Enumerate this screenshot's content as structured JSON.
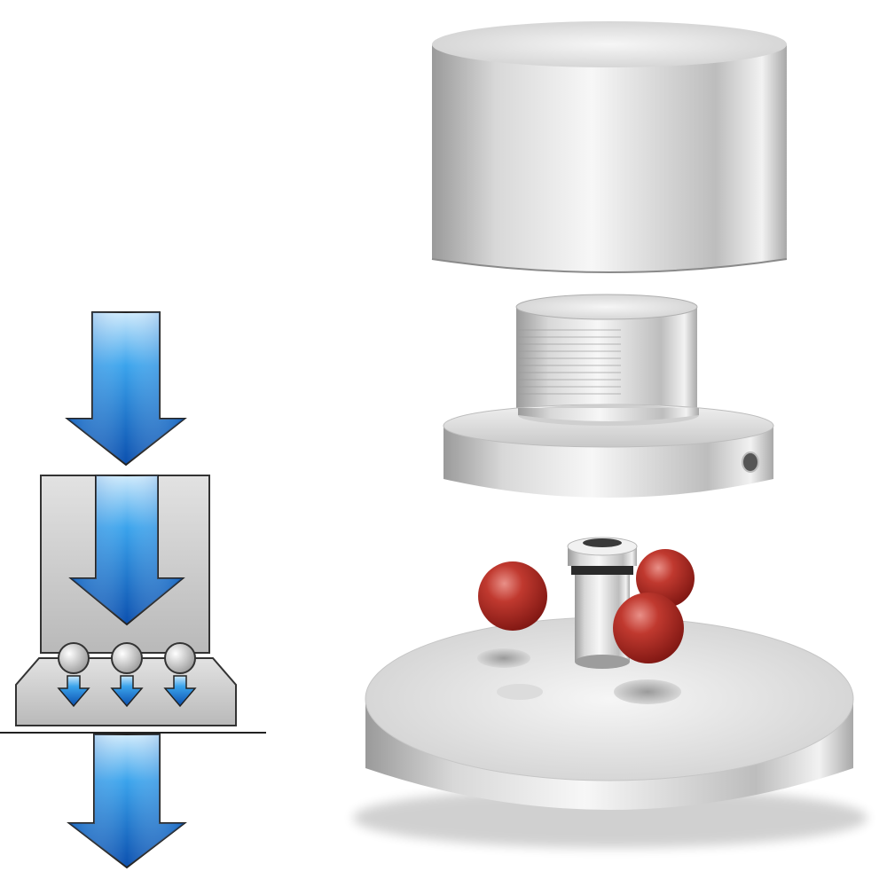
{
  "colors": {
    "background": "#ffffff",
    "arrow_light": "#9fd6f7",
    "arrow_mid": "#1e8fe0",
    "arrow_dark": "#0b4fae",
    "block_gray": "#cfcfcf",
    "steel_light": "#f4f4f4",
    "steel_mid": "#cdcdcd",
    "steel_dark": "#8e8e8e",
    "ball_red": "#b42a22",
    "ball_highlight": "#e8857c",
    "outline": "#1a1a1a"
  },
  "diagram": {
    "left_schematic": {
      "arrows": [
        "arrow-down-top",
        "arrow-down-in-block",
        "arrow-down-bottom"
      ],
      "small_arrows": 3,
      "balls": 3
    },
    "right_illustration": {
      "parts": [
        "top-cap",
        "threaded-insert",
        "insert-flange",
        "center-pin",
        "base-plate"
      ],
      "red_balls": 3
    }
  }
}
